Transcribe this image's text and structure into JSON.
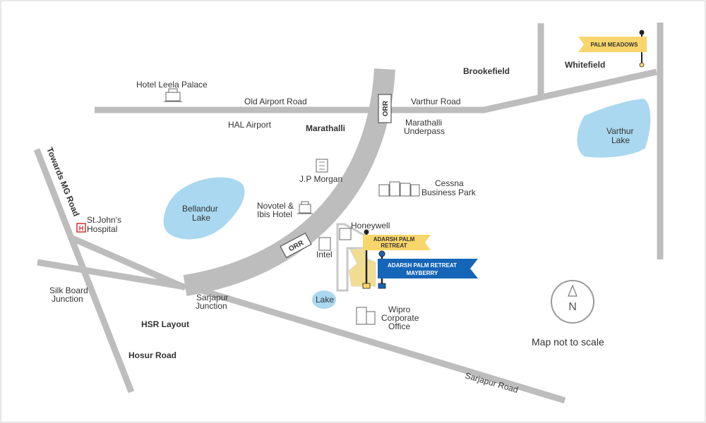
{
  "map": {
    "roads": {
      "old_airport_road": "Old Airport Road",
      "varthur_road": "Varthur Road",
      "towards_mg_road": "Towards MG Road",
      "hosur_road": "Hosur Road",
      "sarjapur_road": "Sarjapur Road",
      "orr_upper": "ORR",
      "orr_lower": "ORR"
    },
    "places": {
      "hotel_leela_palace": "Hotel Leela Palace",
      "hal_airport": "HAL Airport",
      "marathalli": "Marathalli",
      "marathalli_underpass_l1": "Marathalli",
      "marathalli_underpass_l2": "Underpass",
      "brookefield": "Brookefield",
      "whitefield": "Whitefield",
      "jp_morgan": "J.P Morgan",
      "cessna_l1": "Cessna",
      "cessna_l2": "Business Park",
      "novotel_l1": "Novotel &",
      "novotel_l2": "Ibis Hotel",
      "honeywell": "Honeywell",
      "intel": "Intel",
      "st_johns_l1": "St.John's",
      "st_johns_l2": "Hospital",
      "silk_board_l1": "Silk Board",
      "silk_board_l2": "Junction",
      "sarjapur_junction_l1": "Sarjapur",
      "sarjapur_junction_l2": "Junction",
      "hsr_layout": "HSR Layout",
      "wipro_l1": "Wipro",
      "wipro_l2": "Corporate",
      "wipro_l3": "Office"
    },
    "lakes": {
      "bellandur_l1": "Bellandur",
      "bellandur_l2": "Lake",
      "varthur_l1": "Varthur",
      "varthur_l2": "Lake",
      "small_lake": "Lake"
    },
    "markers": {
      "palm_meadows": "PALM MEADOWS",
      "adarsh_palm_retreat_l1": "ADARSH PALM",
      "adarsh_palm_retreat_l2": "RETREAT",
      "mayberry_l1": "ADARSH PALM RETREAT",
      "mayberry_l2": "MAYBERRY"
    },
    "compass_letter": "N",
    "scale_note": "Map not to scale",
    "hospital_symbol": "H",
    "colors": {
      "road": "#bdbdbd",
      "lake": "#a9d8f0",
      "yellow_flag": "#f9d66b",
      "blue_flag": "#1565b8",
      "site_plot": "#f2dc8f"
    }
  }
}
